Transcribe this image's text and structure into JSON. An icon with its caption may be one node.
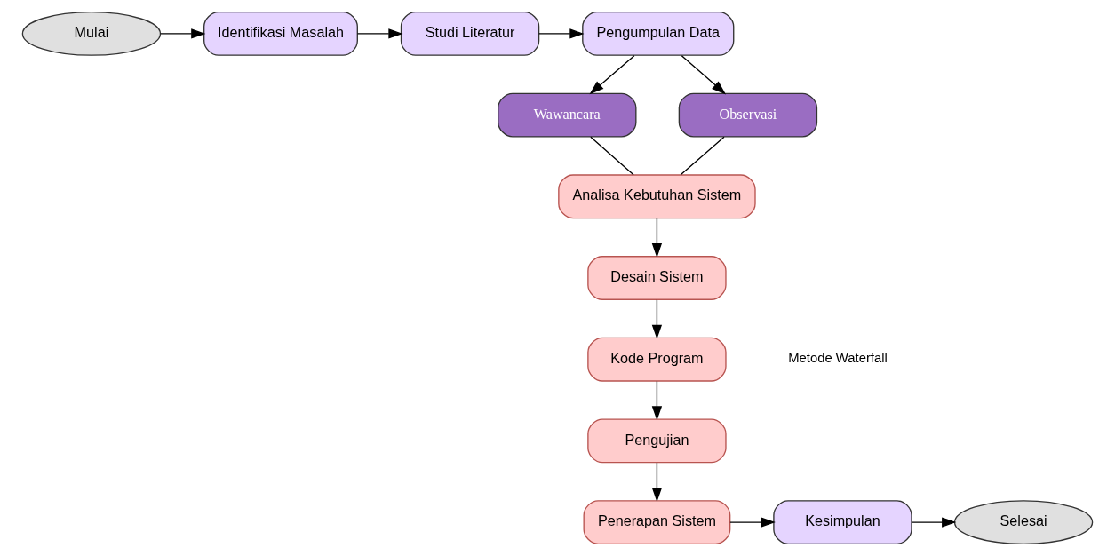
{
  "diagram": {
    "nodes": [
      {
        "text": [
          "Mulai"
        ]
      },
      {
        "text": [
          "Identifikasi Masalah"
        ]
      },
      {
        "text": [
          "Studi Literatur"
        ]
      },
      {
        "text": [
          "Pengumpulan Data"
        ]
      },
      {
        "text": [
          "Wawancara"
        ]
      },
      {
        "text": [
          "Observasi"
        ]
      },
      {
        "text": [
          "Analisa Kebutuhan Sistem"
        ]
      },
      {
        "text": [
          "Desain Sistem"
        ]
      },
      {
        "text": [
          "Kode Program"
        ]
      },
      {
        "text": [
          "Pengujian"
        ]
      },
      {
        "text": [
          "Penerapan Sistem"
        ]
      },
      {
        "text": [
          "Kesimpulan"
        ]
      },
      {
        "text": [
          "Selesai"
        ]
      }
    ],
    "edges": [
      {
        "from": 0,
        "to": 1,
        "arrow": "to"
      },
      {
        "from": 1,
        "to": 2,
        "arrow": "to"
      },
      {
        "from": 2,
        "to": 3,
        "arrow": "to"
      },
      {
        "from": 3,
        "to": 4,
        "arrow": "to"
      },
      {
        "from": 3,
        "to": 5,
        "arrow": "to"
      },
      {
        "from": 4,
        "to": 6,
        "arrow": "none"
      },
      {
        "from": 5,
        "to": 6,
        "arrow": "none"
      },
      {
        "from": 6,
        "to": 7,
        "arrow": "to"
      },
      {
        "from": 7,
        "to": 8,
        "arrow": "to"
      },
      {
        "from": 8,
        "to": 9,
        "arrow": "to"
      },
      {
        "from": 9,
        "to": 10,
        "arrow": "to"
      },
      {
        "from": 10,
        "to": 11,
        "arrow": "to"
      },
      {
        "from": 11,
        "to": 12,
        "arrow": "to"
      }
    ],
    "labels": [
      "Metode Waterfall"
    ]
  }
}
